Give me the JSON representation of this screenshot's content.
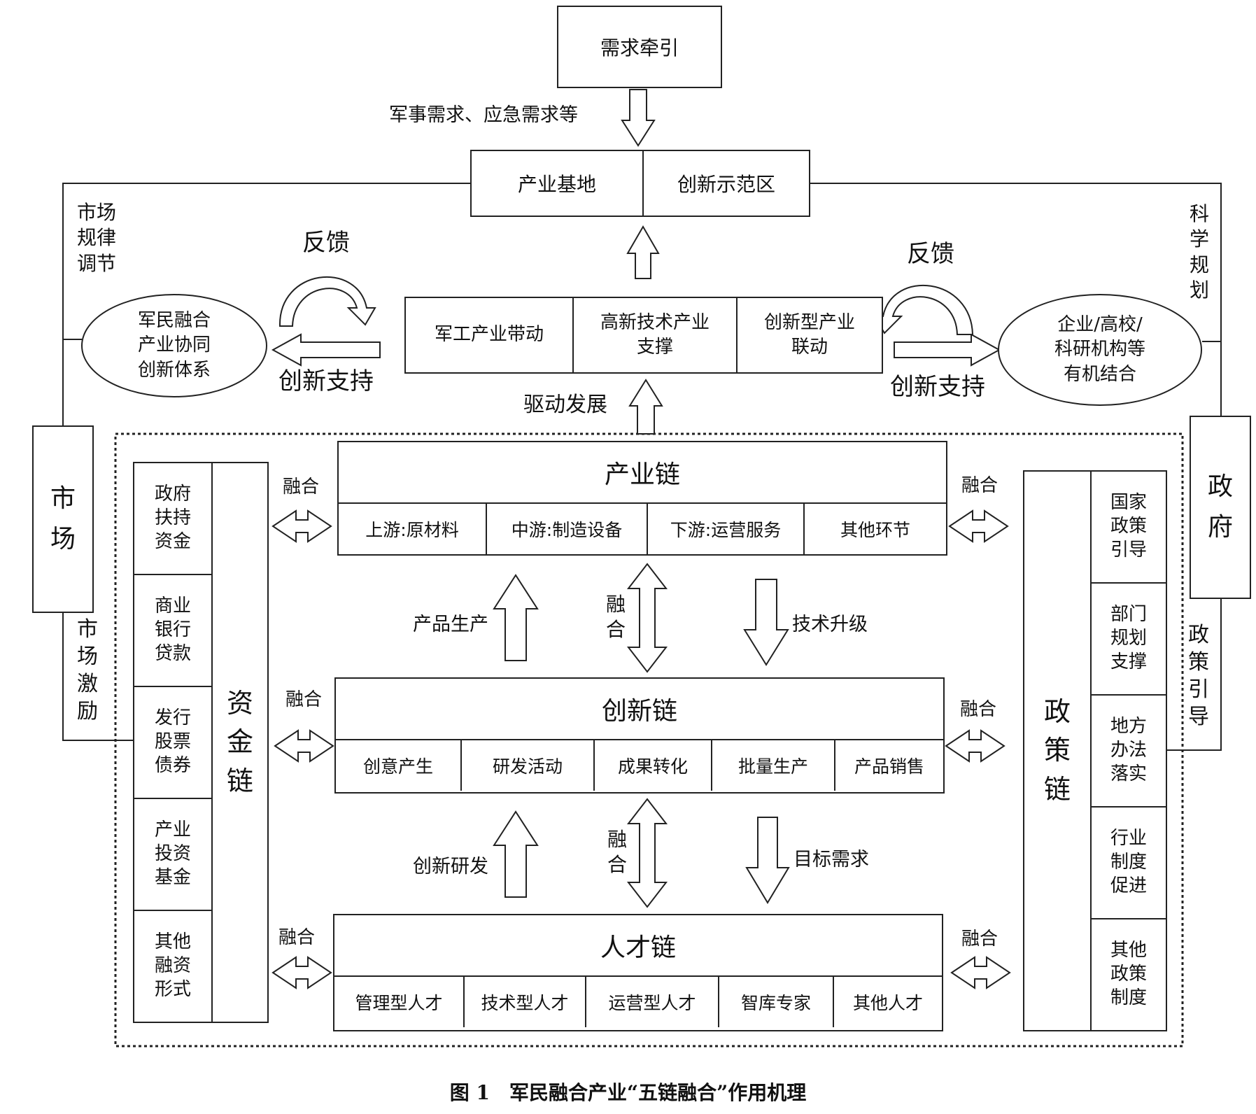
{
  "top": {
    "demand": "需求牵引",
    "demand_note": "军事需求、应急需求等",
    "base_left": "产业基地",
    "base_right": "创新示范区"
  },
  "left": {
    "market_regulation": "市场\n规律\n调节",
    "feedback": "反馈",
    "innovation_support": "创新支持",
    "ellipse": "军民融合\n产业协同\n创新体系",
    "market": "市\n场",
    "market_incentive": "市\n场\n激\n励"
  },
  "right": {
    "science_planning": "科\n学\n规\n划",
    "feedback": "反馈",
    "innovation_support": "创新支持",
    "ellipse": "企业/高校/\n科研机构等\n有机结合",
    "government": "政\n府",
    "policy_guidance": "政\n策\n引\n导"
  },
  "drive": {
    "cells": [
      "军工产业带动",
      "高新技术产业\n支撑",
      "创新型产业\n联动"
    ],
    "label": "驱动发展"
  },
  "chains": {
    "industry": {
      "title": "产业链",
      "items": [
        "上游:原材料",
        "中游:制造设备",
        "下游:运营服务",
        "其他环节"
      ]
    },
    "innovation": {
      "title": "创新链",
      "items": [
        "创意产生",
        "研发活动",
        "成果转化",
        "批量生产",
        "产品销售"
      ]
    },
    "talent": {
      "title": "人才链",
      "items": [
        "管理型人才",
        "技术型人才",
        "运营型人才",
        "智库专家",
        "其他人才"
      ]
    }
  },
  "capital": {
    "title": "资\n金\n链",
    "items": [
      "政府\n扶持\n资金",
      "商业\n银行\n贷款",
      "发行\n股票\n债券",
      "产业\n投资\n基金",
      "其他\n融资\n形式"
    ]
  },
  "policy": {
    "title": "政\n策\n链",
    "items": [
      "国家\n政策\n引导",
      "部门\n规划\n支撑",
      "地方\n办法\n落实",
      "行业\n制度\n促进",
      "其他\n政策\n制度"
    ]
  },
  "links": {
    "fusion": "融合",
    "fusion_vertical": "融\n合",
    "product_production": "产品生产",
    "tech_upgrade": "技术升级",
    "innovation_rd": "创新研发",
    "target_demand": "目标需求"
  },
  "caption": "图 1　军民融合产业“五链融合”作用机理"
}
